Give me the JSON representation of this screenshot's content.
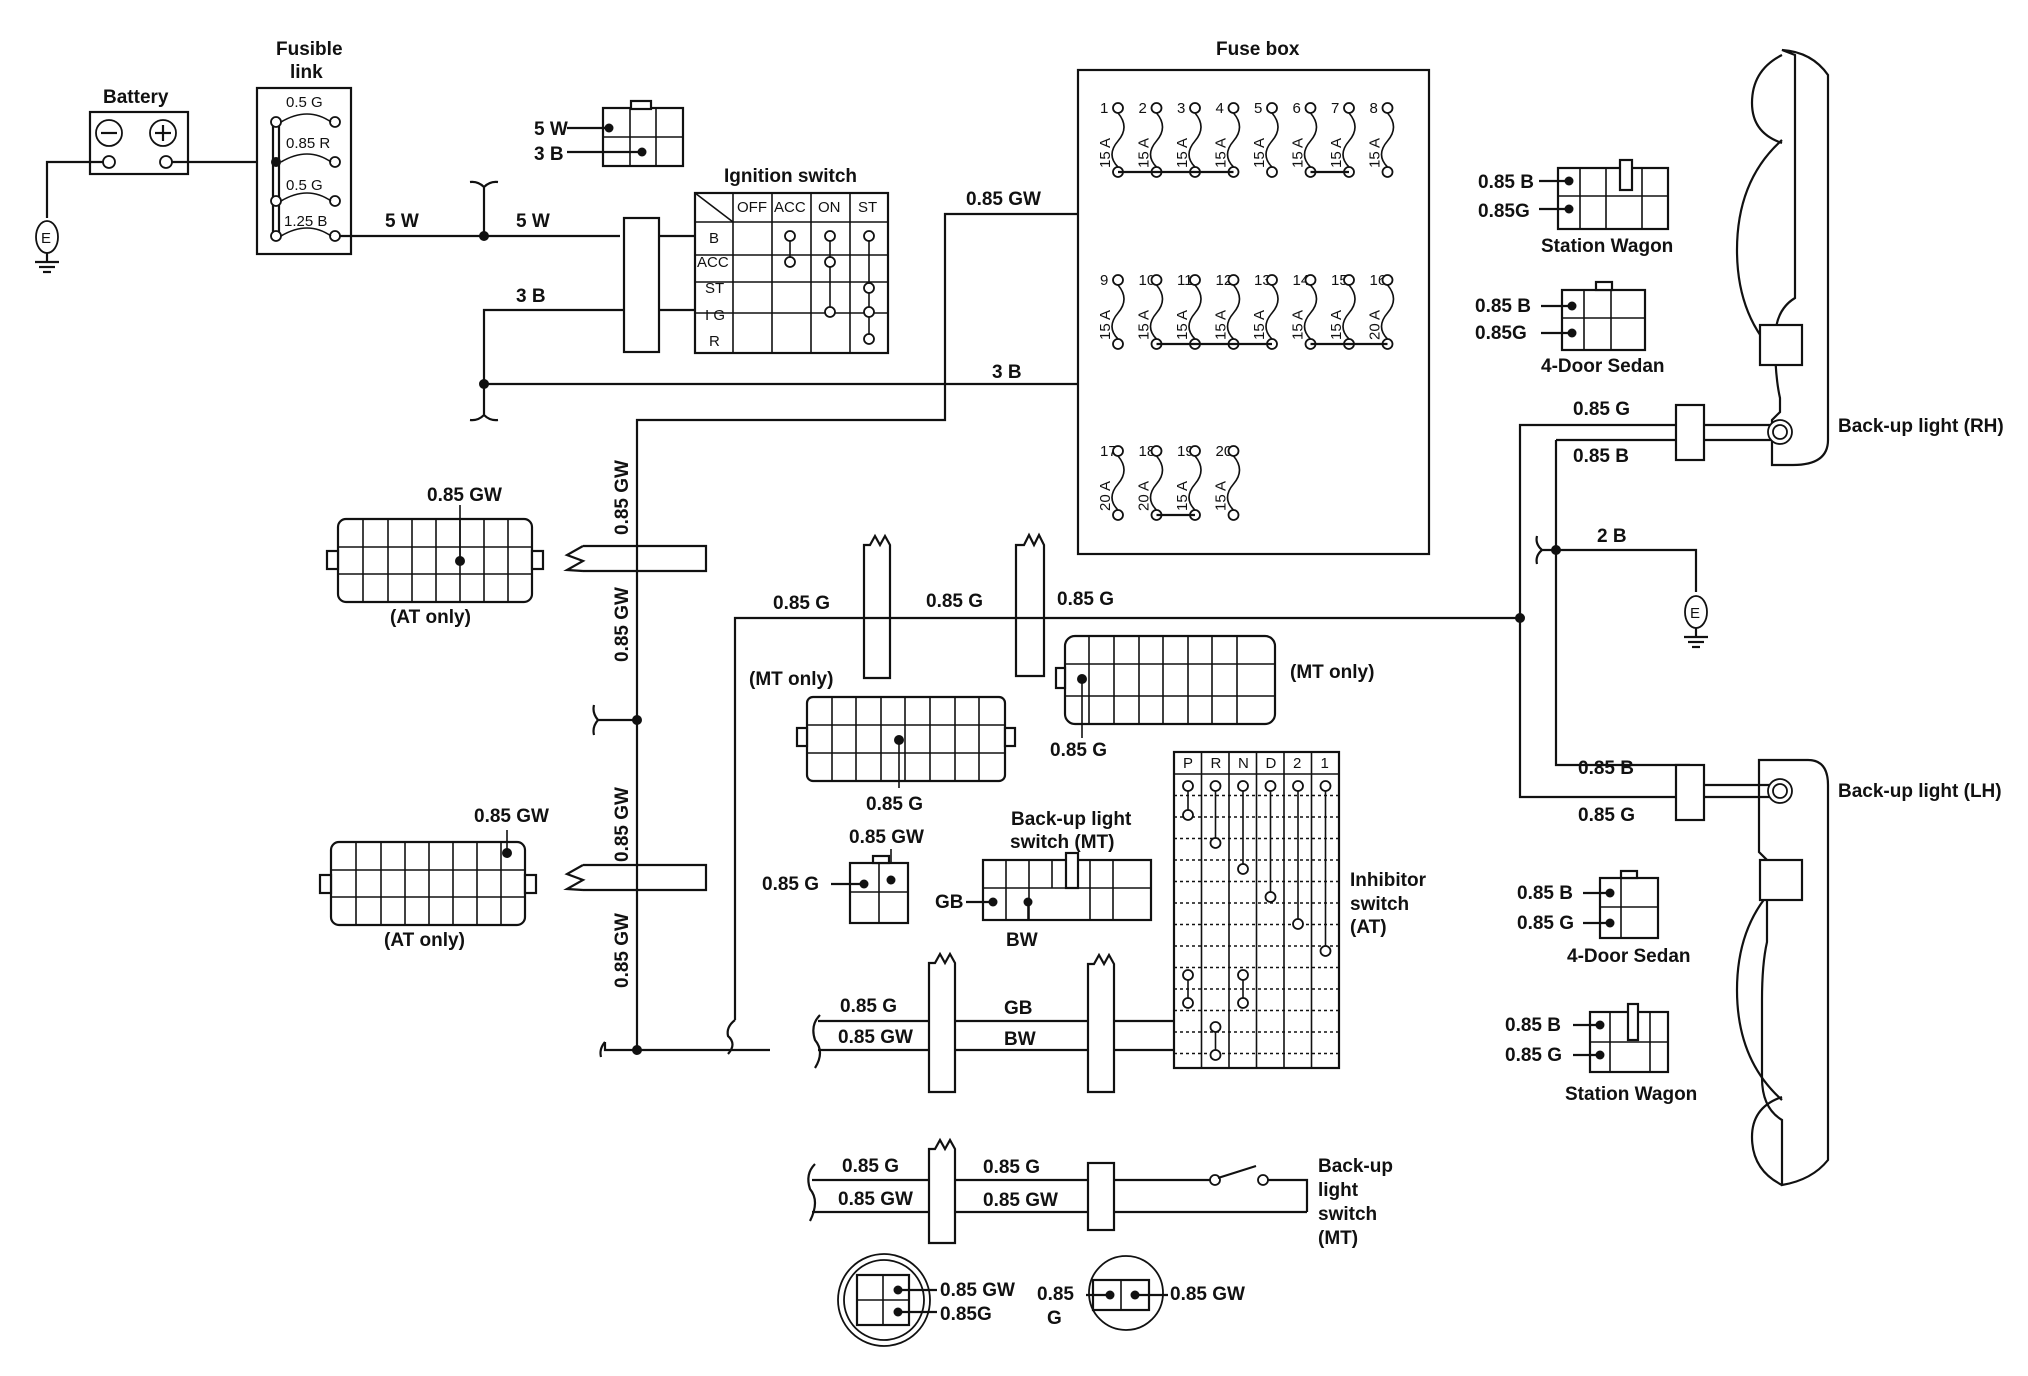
{
  "battery": {
    "label": "Battery",
    "minus": "⊖",
    "plus": "⊕"
  },
  "ground_symbol": "E",
  "fusible_link": {
    "label_line1": "Fusible",
    "label_line2": "link",
    "ratings": [
      "0.5 G",
      "0.85 R",
      "0.5 G",
      "1.25 B"
    ]
  },
  "ignition_switch": {
    "label": "Ignition switch",
    "columns": [
      "OFF",
      "ACC",
      "ON",
      "ST"
    ],
    "rows": [
      "B",
      "ACC",
      "ST",
      "I G",
      "R"
    ]
  },
  "small_connector_top": {
    "pins": [
      "5 W",
      "3 B"
    ]
  },
  "fuse_box": {
    "label": "Fuse box",
    "fuses": [
      {
        "num": "1",
        "rating": "15 A"
      },
      {
        "num": "2",
        "rating": "15 A"
      },
      {
        "num": "3",
        "rating": "15 A"
      },
      {
        "num": "4",
        "rating": "15 A"
      },
      {
        "num": "5",
        "rating": "15 A"
      },
      {
        "num": "6",
        "rating": "15 A"
      },
      {
        "num": "7",
        "rating": "15 A"
      },
      {
        "num": "8",
        "rating": "15 A"
      },
      {
        "num": "9",
        "rating": "15 A"
      },
      {
        "num": "10",
        "rating": "15 A"
      },
      {
        "num": "11",
        "rating": "15 A"
      },
      {
        "num": "12",
        "rating": "15 A"
      },
      {
        "num": "13",
        "rating": "15 A"
      },
      {
        "num": "14",
        "rating": "15 A"
      },
      {
        "num": "15",
        "rating": "15 A"
      },
      {
        "num": "16",
        "rating": "20 A"
      },
      {
        "num": "17",
        "rating": "20 A"
      },
      {
        "num": "18",
        "rating": "20 A"
      },
      {
        "num": "19",
        "rating": "15 A"
      },
      {
        "num": "20",
        "rating": "15 A"
      }
    ]
  },
  "wires": {
    "w5w_a": "5 W",
    "w5w_b": "5 W",
    "w3b_a": "3 B",
    "w3b_b": "3 B",
    "gw_top": "0.85 GW",
    "gw_v1": "0.85 GW",
    "gw_v2": "0.85 GW",
    "gw_v3": "0.85 GW",
    "gw_v4": "0.85 GW",
    "g_h1": "0.85 G",
    "g_h2": "0.85 G",
    "g_h3": "0.85 G",
    "g_rh": "0.85 G",
    "b_rh": "0.85 B",
    "b_gnd": "2 B",
    "b_lh": "0.85 B",
    "g_lh": "0.85 G"
  },
  "at_connectors": [
    {
      "wire": "0.85 GW",
      "note": "(AT only)"
    },
    {
      "wire": "0.85 GW",
      "note": "(AT only)"
    }
  ],
  "mt_connectors": {
    "left": {
      "note": "(MT only)",
      "wire": "0.85 G"
    },
    "right": {
      "note": "(MT only)",
      "wire": "0.85 G"
    }
  },
  "small_conn_mid": {
    "top": "0.85 GW",
    "left": "0.85 G"
  },
  "backup_switch_mt_conn": {
    "title_line1": "Back-up light",
    "title_line2": "switch (MT)",
    "pin_gb": "GB",
    "pin_bw": "BW"
  },
  "inhibitor_switch": {
    "columns": [
      "P",
      "R",
      "N",
      "D",
      "2",
      "1"
    ],
    "label_line1": "Inhibitor",
    "label_line2": "switch",
    "label_line3": "(AT)"
  },
  "lower_harness": {
    "left_g": "0.85 G",
    "left_gw": "0.85 GW",
    "gb": "GB",
    "bw": "BW"
  },
  "mt_switch_harness": {
    "g_left": "0.85 G",
    "gw_left": "0.85 GW",
    "g_right": "0.85 G",
    "gw_right": "0.85 GW",
    "label_line1": "Back-up",
    "label_line2": "light",
    "label_line3": "switch",
    "label_line4": "(MT)"
  },
  "round_conns": {
    "left_gw": "0.85 GW",
    "left_g": "0.85G",
    "right_g_line1": "0.85",
    "right_g_line2": "G",
    "right_gw": "0.85 GW"
  },
  "right_conns": {
    "sw_top": {
      "b": "0.85 B",
      "g": "0.85G",
      "label": "Station Wagon"
    },
    "sedan_top": {
      "b": "0.85 B",
      "g": "0.85G",
      "label": "4-Door Sedan"
    },
    "sedan_bot": {
      "b": "0.85 B",
      "g": "0.85  G",
      "label": "4-Door Sedan"
    },
    "sw_bot": {
      "b": "0.85 B",
      "g": "0.85 G",
      "label": "Station Wagon"
    }
  },
  "lights": {
    "rh": "Back-up light (RH)",
    "lh": "Back-up light (LH)"
  }
}
